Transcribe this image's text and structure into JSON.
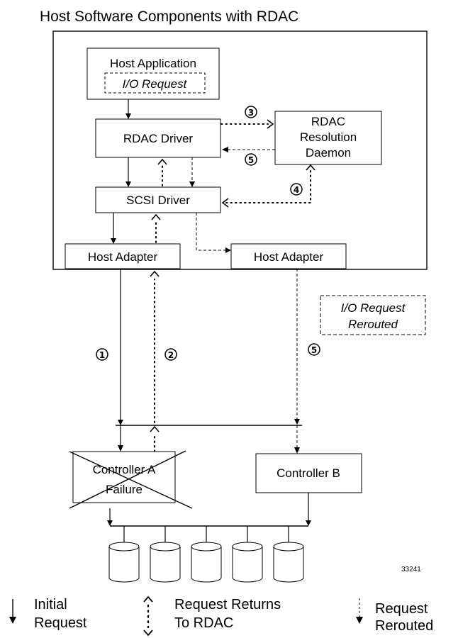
{
  "title": "Host Software Components with RDAC",
  "boxes": {
    "host_application": "Host Application",
    "io_request": "I/O Request",
    "rdac_driver": "RDAC Driver",
    "rdac_daemon_line1": "RDAC",
    "rdac_daemon_line2": "Resolution",
    "rdac_daemon_line3": "Daemon",
    "scsi_driver": "SCSI Driver",
    "host_adapter_left": "Host Adapter",
    "host_adapter_right": "Host Adapter",
    "rerouted_line1": "I/O Request",
    "rerouted_line2": "Rerouted",
    "controller_a_line1": "Controller A",
    "controller_a_line2": "Failure",
    "controller_b": "Controller B"
  },
  "steps": {
    "s1": "1",
    "s2": "2",
    "s3": "3",
    "s4": "4",
    "s5a": "5",
    "s5b": "5"
  },
  "figure_number": "33241",
  "legend": {
    "initial_line1": "Initial",
    "initial_line2": "Request",
    "returns_line1": "Request Returns",
    "returns_line2": "To RDAC",
    "rerouted_line1": "Request",
    "rerouted_line2": "Rerouted"
  },
  "disk_count": 5
}
